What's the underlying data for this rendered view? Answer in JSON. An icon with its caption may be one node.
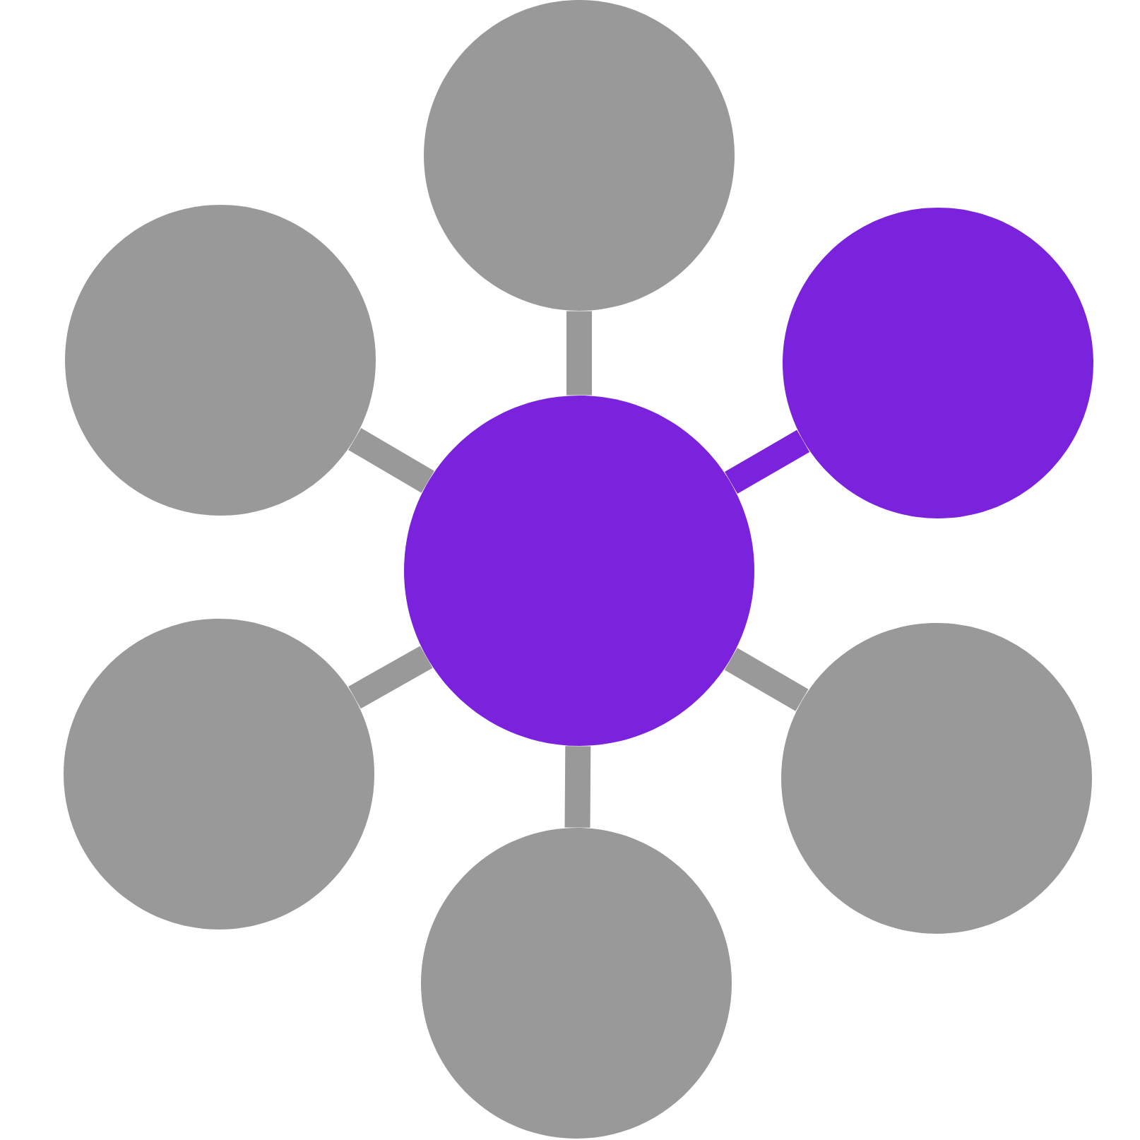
{
  "diagram": {
    "nodes": [
      {
        "text": [],
        "shape": "circle"
      },
      {
        "text": [],
        "shape": "circle"
      },
      {
        "text": [],
        "shape": "circle"
      },
      {
        "text": [],
        "shape": "circle"
      },
      {
        "text": [],
        "shape": "circle"
      },
      {
        "text": [],
        "shape": "circle"
      },
      {
        "text": [],
        "shape": "circle"
      }
    ],
    "edges": [
      {
        "from": 3,
        "to": 0,
        "arrow": "none"
      },
      {
        "from": 3,
        "to": 1,
        "arrow": "none"
      },
      {
        "from": 3,
        "to": 2,
        "arrow": "none",
        "color": "#7b22dc"
      },
      {
        "from": 3,
        "to": 4,
        "arrow": "none"
      },
      {
        "from": 3,
        "to": 5,
        "arrow": "none"
      },
      {
        "from": 3,
        "to": 6,
        "arrow": "none"
      }
    ]
  }
}
